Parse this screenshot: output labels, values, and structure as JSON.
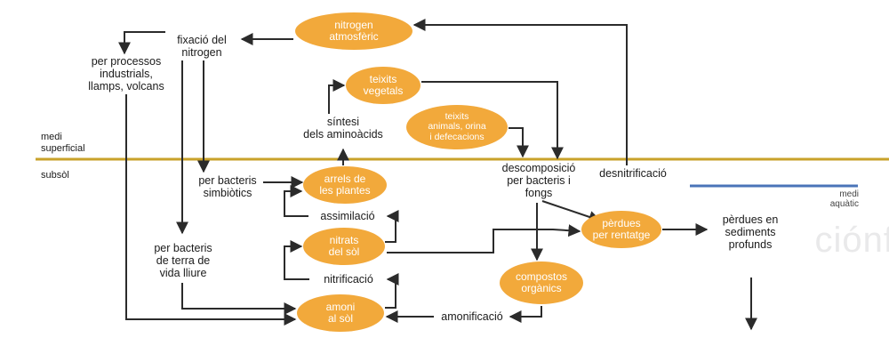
{
  "nodes": {
    "nitrogen_atmosferic": "nitrogen\natmosfèric",
    "teixits_vegetals": "teixits\nvegetals",
    "teixits_animals": "teixits\nanimals, orina\ni defecacions",
    "arrels_plantes": "arrels de\nles plantes",
    "nitrats_sol": "nitrats\ndel sòl",
    "amoni_sol": "amoni\nal sòl",
    "perdues_rentatge": "pèrdues\nper rentatge",
    "compostos_organics": "compostos\norgànics"
  },
  "labels": {
    "fixacio": "fixació del\nnitrogen",
    "processos": "per processos\nindustrials,\nllamps, volcans",
    "sintesi": "síntesi\ndels aminoàcids",
    "medi_superficial": "medi\nsuperficial",
    "subsol": "subsòl",
    "bacteris_simbiotics": "per bacteris\nsimbiòtics",
    "assimilacio": "assimilació",
    "bacteris_vida_lliure": "per bacteris\nde terra de\nvida lliure",
    "nitrificacio": "nitrificació",
    "amonificacio": "amonificació",
    "descomposicio": "descomposició\nper bacteris i\nfongs",
    "desnitrificacio": "desnitrificació",
    "medi_aquatic": "medi\naquàtic",
    "perdues_sediments": "pèrdues en\nsediments\nprofunds",
    "watermark": "ciónf"
  },
  "colors": {
    "node_fill": "#f2a93b",
    "node_text": "#ffffff",
    "arrow": "#2b2b2b",
    "surface_line": "#c9a22a",
    "water_line": "#4a74b8",
    "background": "#ffffff"
  }
}
